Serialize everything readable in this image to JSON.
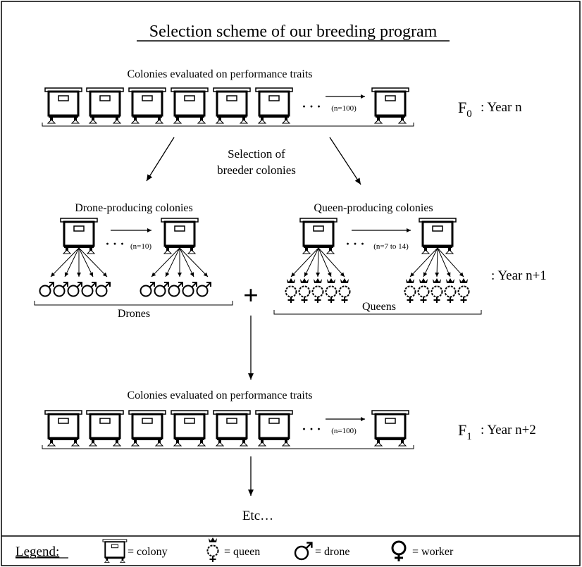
{
  "title": "Selection scheme of our breeding program",
  "top_row": {
    "caption": "Colonies evaluated on performance traits",
    "count_label": "(n=100)",
    "generation_label": "F",
    "generation_sub": "0",
    "year_label": ": Year n"
  },
  "selection_label_line1": "Selection of",
  "selection_label_line2": "breeder colonies",
  "drone_group": {
    "caption": "Drone-producing colonies",
    "count_label": "(n=10)",
    "bracket_label": "Drones"
  },
  "queen_group": {
    "caption": "Queen-producing colonies",
    "count_label": "(n=7 to 14)",
    "bracket_label": "Queens"
  },
  "middle_year_label": ": Year n+1",
  "plus_sign": "+",
  "bottom_row": {
    "caption": "Colonies evaluated on performance traits",
    "count_label": "(n=100)",
    "generation_label": "F",
    "generation_sub": "1",
    "year_label": ": Year n+2"
  },
  "etc_label": "Etc…",
  "legend": {
    "title": "Legend:",
    "colony": "= colony",
    "queen": "= queen",
    "drone": "= drone",
    "worker": "= worker"
  },
  "ellipsis": "· · ·",
  "icon_names": [
    "colony-icon",
    "queen-icon",
    "drone-icon",
    "worker-icon",
    "arrow-icon"
  ]
}
